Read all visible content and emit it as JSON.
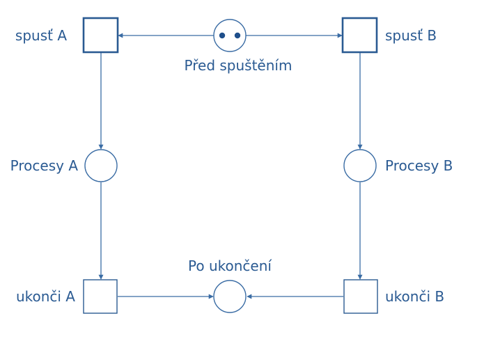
{
  "colors": {
    "primary": "#2a5a92",
    "line": "#3a6ca4",
    "token": "#1f4f8b"
  },
  "places": {
    "before_start": {
      "label": "Před spuštěním",
      "tokens": 2
    },
    "process_a": {
      "label": "Procesy A",
      "tokens": 0
    },
    "process_b": {
      "label": "Procesy B",
      "tokens": 0
    },
    "after_end": {
      "label": "Po ukončení",
      "tokens": 0
    }
  },
  "transitions": {
    "start_a": {
      "label": "spusť A"
    },
    "start_b": {
      "label": "spusť B"
    },
    "end_a": {
      "label": "ukonči A"
    },
    "end_b": {
      "label": "ukonči B"
    }
  }
}
